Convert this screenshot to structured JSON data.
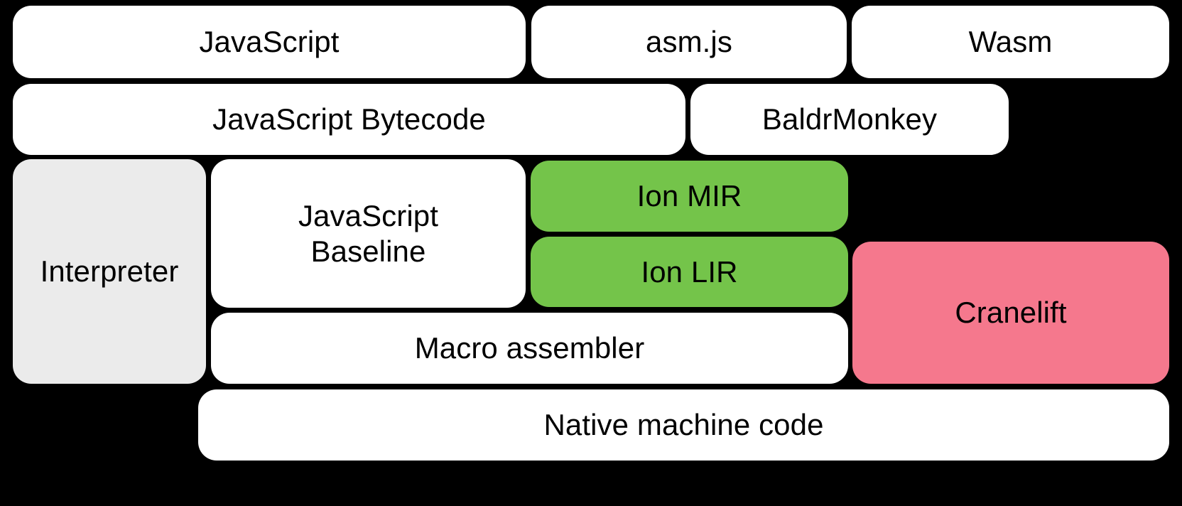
{
  "diagram": {
    "title": "SpiderMonkey compilation pipeline",
    "background_color": "#000000",
    "palette": {
      "default_fill": "#ffffff",
      "gray_fill": "#ebebeb",
      "green_fill": "#74c44a",
      "pink_fill": "#f5788d",
      "text_color": "#000000"
    },
    "rows": [
      {
        "name": "source-languages"
      },
      {
        "name": "intermediate-representations"
      },
      {
        "name": "execution-tiers"
      },
      {
        "name": "output"
      }
    ],
    "nodes": [
      {
        "id": "javascript",
        "label": "JavaScript",
        "fill": "#ffffff"
      },
      {
        "id": "asmjs",
        "label": "asm.js",
        "fill": "#ffffff"
      },
      {
        "id": "wasm",
        "label": "Wasm",
        "fill": "#ffffff"
      },
      {
        "id": "javascript-bytecode",
        "label": "JavaScript Bytecode",
        "fill": "#ffffff"
      },
      {
        "id": "baldrmonkey",
        "label": "BaldrMonkey",
        "fill": "#ffffff"
      },
      {
        "id": "interpreter",
        "label": "Interpreter",
        "fill": "#ebebeb"
      },
      {
        "id": "javascript-baseline",
        "label": "JavaScript\nBaseline",
        "fill": "#ffffff"
      },
      {
        "id": "ion-mir",
        "label": "Ion MIR",
        "fill": "#74c44a"
      },
      {
        "id": "ion-lir",
        "label": "Ion LIR",
        "fill": "#74c44a"
      },
      {
        "id": "macro-assembler",
        "label": "Macro assembler",
        "fill": "#ffffff"
      },
      {
        "id": "cranelift",
        "label": "Cranelift",
        "fill": "#f5788d"
      },
      {
        "id": "native-machine-code",
        "label": "Native machine code",
        "fill": "#ffffff"
      }
    ]
  }
}
